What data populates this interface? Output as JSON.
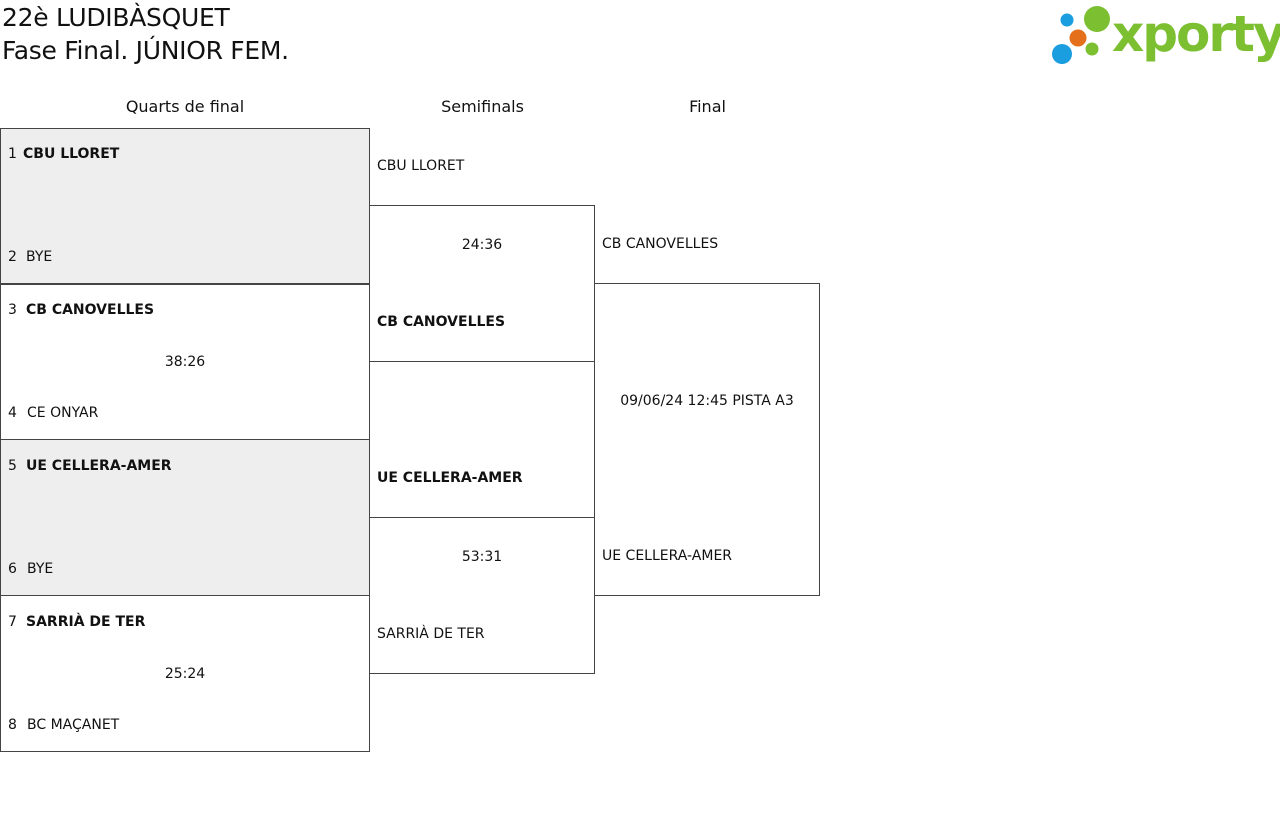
{
  "header": {
    "title_line1": "22è LUDIBÀSQUET",
    "title_line2": "Fase Final. JÚNIOR FEM.",
    "logo_text": "xporty"
  },
  "columns": {
    "quarterfinals": "Quarts de final",
    "semifinals": "Semifinals",
    "final": "Final"
  },
  "quarterfinals": [
    {
      "seed_a": "1",
      "team_a": "CBU LLORET",
      "seed_b": "2",
      "team_b": "BYE",
      "score": ""
    },
    {
      "seed_a": "3",
      "team_a": "CB CANOVELLES",
      "seed_b": "4",
      "team_b": "CE ONYAR",
      "score": "38:26"
    },
    {
      "seed_a": "5",
      "team_a": "UE CELLERA-AMER",
      "seed_b": "6",
      "team_b": "BYE",
      "score": ""
    },
    {
      "seed_a": "7",
      "team_a": "SARRIÀ DE TER",
      "seed_b": "8",
      "team_b": "BC MAÇANET",
      "score": "25:24"
    }
  ],
  "semifinals": [
    {
      "team_a": "CBU LLORET",
      "team_b": "CB CANOVELLES",
      "score": "24:36"
    },
    {
      "team_a": "UE CELLERA-AMER",
      "team_b": "SARRIÀ DE TER",
      "score": "53:31"
    }
  ],
  "final": {
    "team_a": "CB CANOVELLES",
    "team_b": "UE CELLERA-AMER",
    "schedule": "09/06/24 12:45 PISTA A3"
  },
  "colors": {
    "logo_green": "#7cbf31",
    "logo_blue": "#1a9ee0",
    "logo_orange": "#e5701b",
    "bye_background": "#eeeeee"
  }
}
